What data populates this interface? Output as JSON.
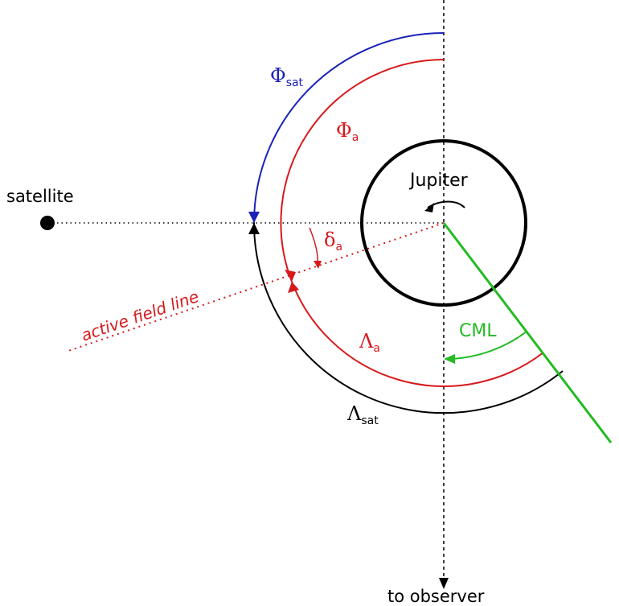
{
  "labels": {
    "satellite": "satellite",
    "jupiter": "Jupiter",
    "to_observer": "to observer",
    "active_field_line": "active field line",
    "cml": "CML",
    "phi_sat_main": "Φ",
    "phi_sat_sub": "sat",
    "phi_a_main": "Φ",
    "phi_a_sub": "a",
    "delta_a_main": "δ",
    "delta_a_sub": "a",
    "lambda_a_main": "Λ",
    "lambda_a_sub": "a",
    "lambda_sat_main": "Λ",
    "lambda_sat_sub": "sat"
  },
  "colors": {
    "black": "#000000",
    "blue": "#1a22b8",
    "red": "#d7191c",
    "green": "#22bb22"
  }
}
